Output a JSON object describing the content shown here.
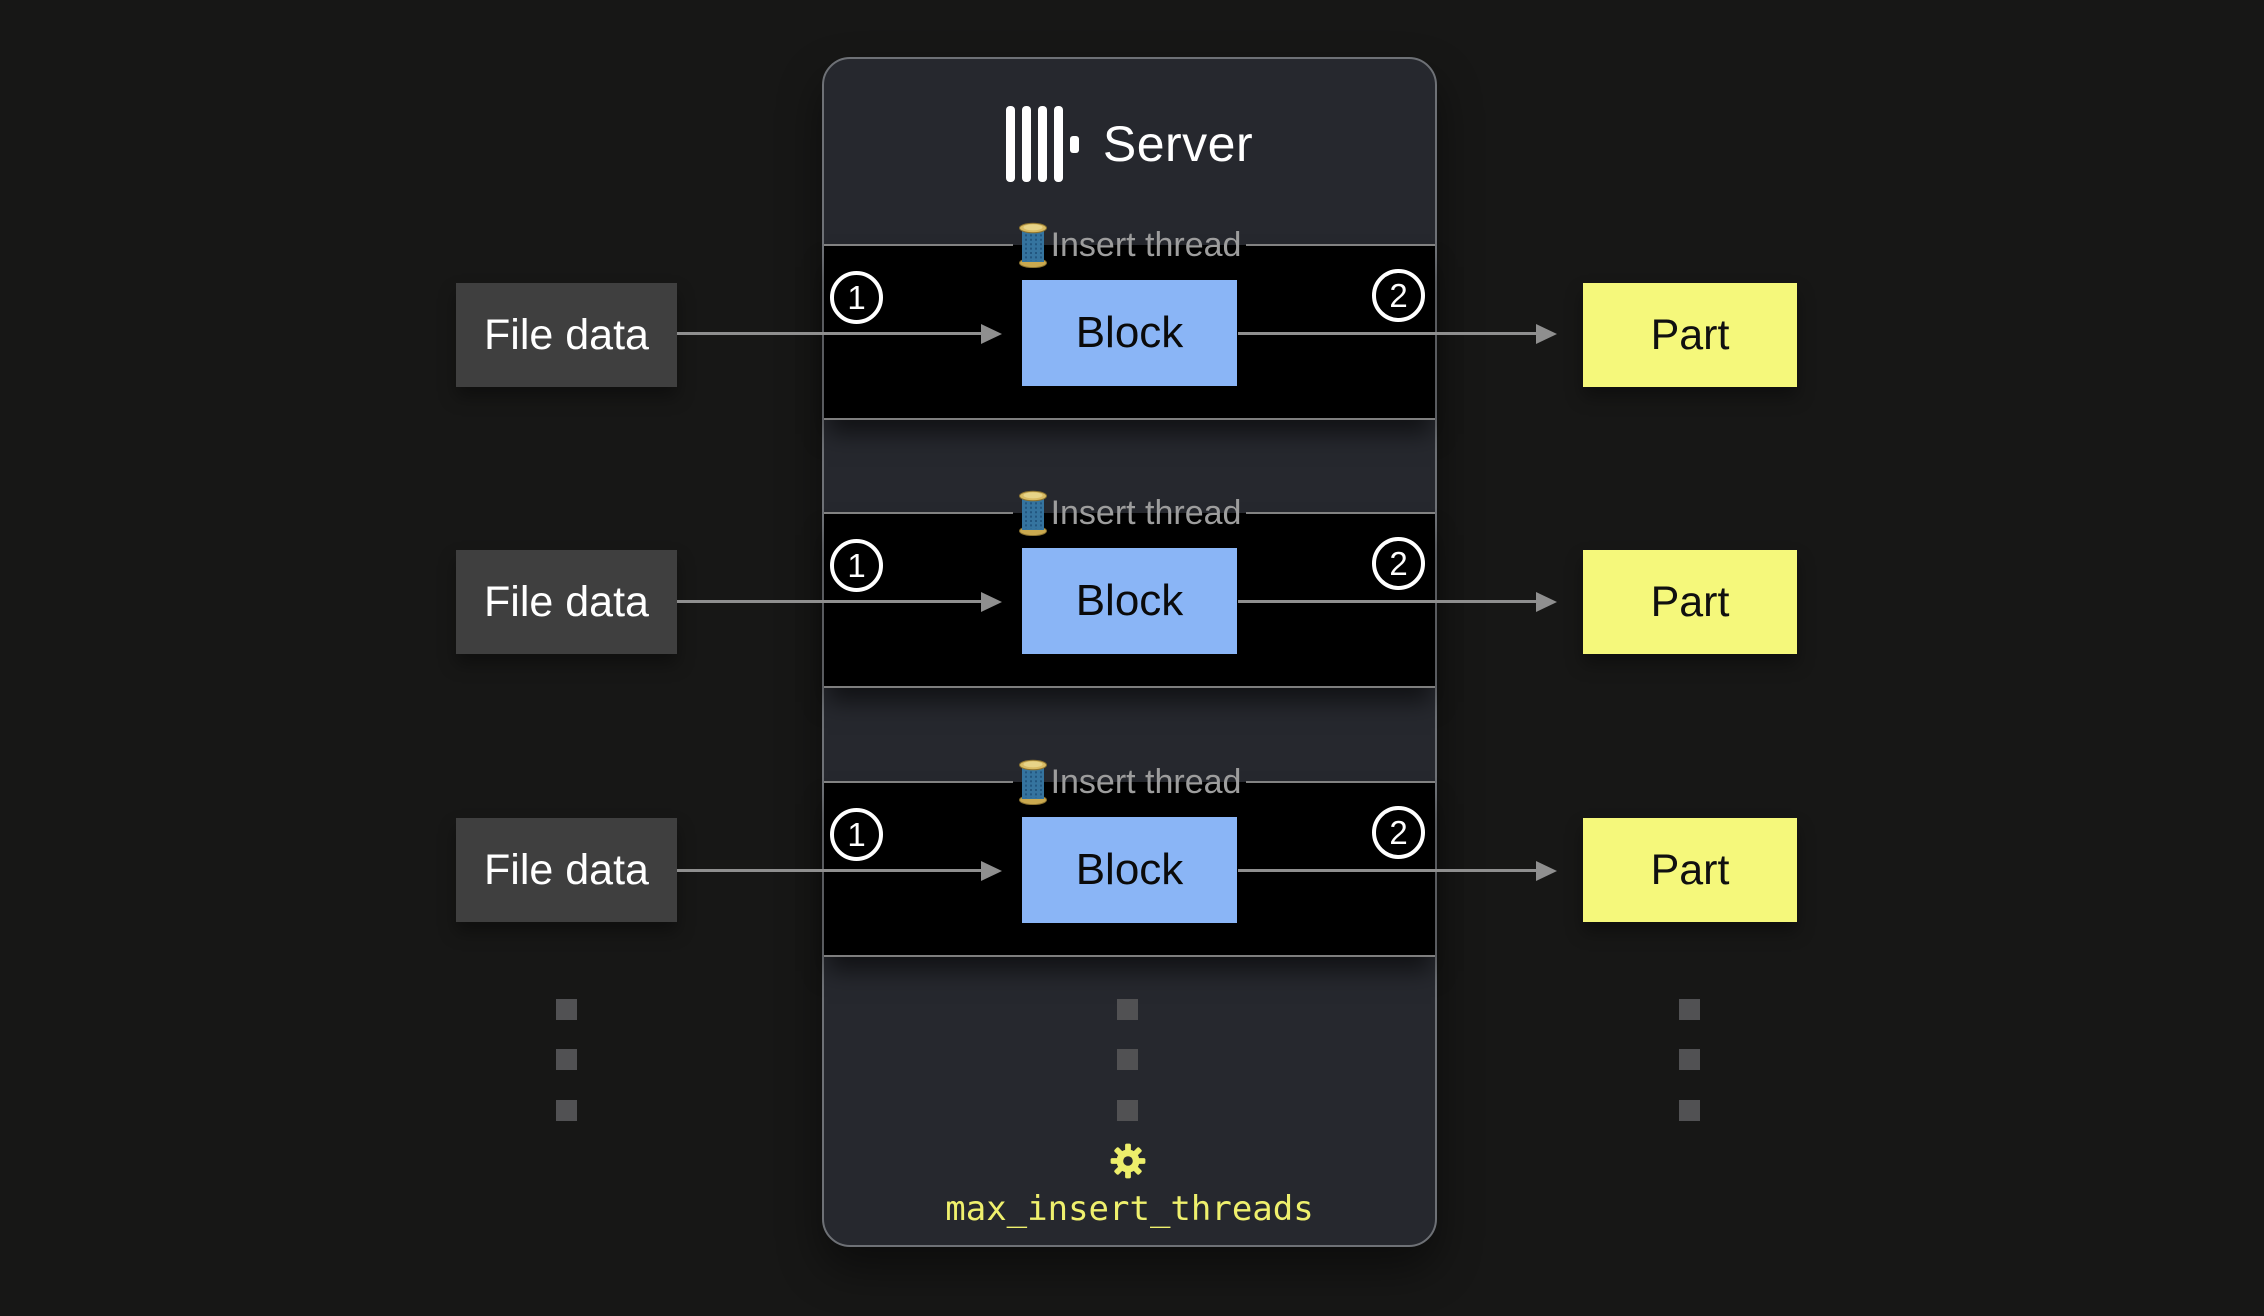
{
  "colors": {
    "background": "#171716",
    "server_bg": "#26282e",
    "server_border": "#6e7176",
    "section_bg": "#000000",
    "section_border": "#7e7e7e",
    "block_fill": "#8ab5f6",
    "part_fill": "#f5f87b",
    "file_data_fill": "#3f3f3f",
    "arrow": "#8f8f8f",
    "legend_text": "#9d9d9d",
    "accent_yellow": "#eff06d"
  },
  "server": {
    "title": "Server",
    "logo_icon": "clickhouse-logo",
    "threads": [
      {
        "legend_icon": "thread-spool-icon",
        "legend": "Insert thread",
        "step_in": "1",
        "block": "Block",
        "step_out": "2"
      },
      {
        "legend_icon": "thread-spool-icon",
        "legend": "Insert thread",
        "step_in": "1",
        "block": "Block",
        "step_out": "2"
      },
      {
        "legend_icon": "thread-spool-icon",
        "legend": "Insert thread",
        "step_in": "1",
        "block": "Block",
        "step_out": "2"
      }
    ],
    "footer": {
      "icon": "gear-icon",
      "setting": "max_insert_threads"
    }
  },
  "inputs": [
    {
      "label": "File data"
    },
    {
      "label": "File data"
    },
    {
      "label": "File data"
    }
  ],
  "outputs": [
    {
      "label": "Part"
    },
    {
      "label": "Part"
    },
    {
      "label": "Part"
    }
  ]
}
